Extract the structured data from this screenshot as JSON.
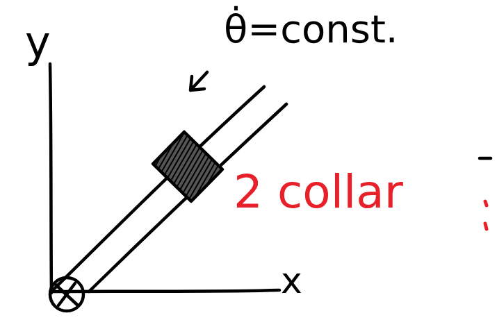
{
  "diagram": {
    "labels": [
      "y",
      "x",
      "θ̇=const.",
      "2 collar"
    ]
  }
}
